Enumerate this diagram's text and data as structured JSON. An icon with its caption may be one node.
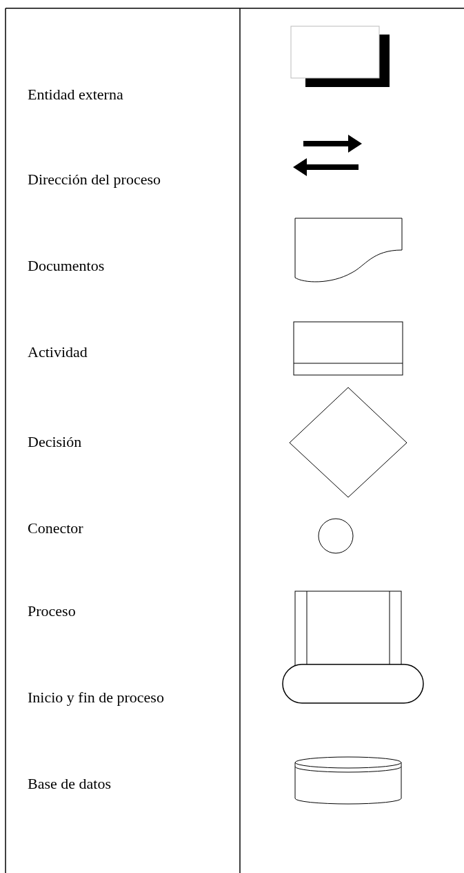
{
  "diagram": {
    "legend": [
      {
        "text": "Entidad externa"
      },
      {
        "text": "Dirección del proceso"
      },
      {
        "text": "Documentos"
      },
      {
        "text": "Actividad"
      },
      {
        "text": "Decisión"
      },
      {
        "text": "Conector"
      },
      {
        "text": "Proceso"
      },
      {
        "text": "Inicio y fin de proceso"
      },
      {
        "text": "Base de datos"
      }
    ]
  }
}
